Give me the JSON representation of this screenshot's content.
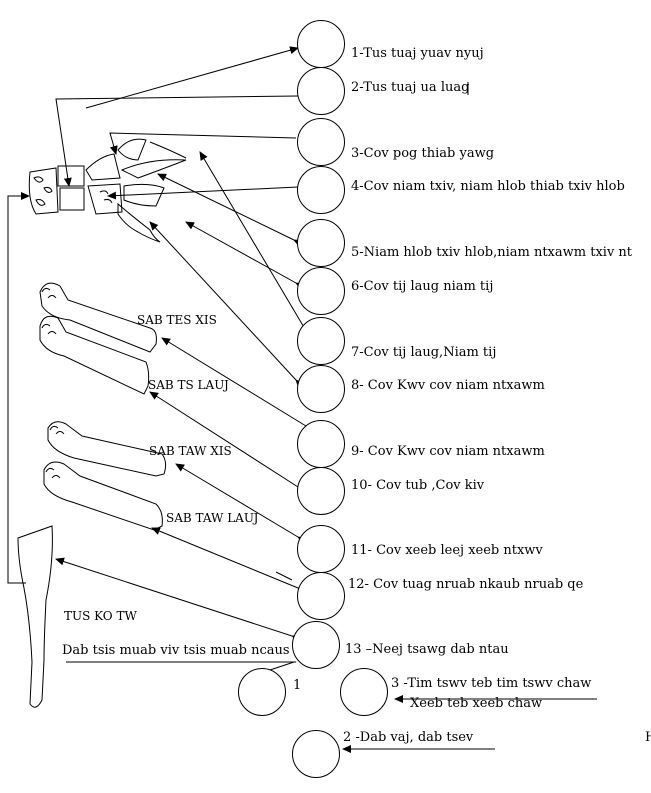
{
  "circle_labels": [
    "1-Tus tuaj yuav nyuj",
    "2-Tus tuaj ua luag",
    "3-Cov pog  thiab yawg",
    "4-Cov niam txiv, niam hlob thiab txiv hlob",
    "5-Niam hlob txiv hlob,niam ntxawm txiv nt",
    "6-Cov  tij laug niam tij",
    "7-Cov tij laug,Niam tij",
    "8- Cov Kwv  cov niam ntxawm",
    "9- Cov Kwv  cov niam ntxawm",
    "10- Cov tub ,Cov kiv",
    "11- Cov xeeb leej xeeb ntxwv",
    "12- Cov tuag nruab nkaub nruab qe",
    "13 –Neej tsawg dab ntau"
  ],
  "bottom": {
    "small_1": "1",
    "item3_line1": "3 -Tim tswv teb tim tswv chaw",
    "item3_line2": "Xeeb  teb  xeeb chaw",
    "item2": "2 -Dab vaj, dab tsev",
    "edge_char": "H"
  },
  "bone_labels": {
    "sab_tes_xis": "SAB TES XIS",
    "sab_ts_lauj": "SAB TS LAUJ",
    "sab_taw_xis": "SAB TAW XIS",
    "sab_taw_lauj": "SAB TAW LAUJ",
    "tus_ko_tw": "TUS KO TW"
  },
  "dab_text": "Dab tsis muab viv tsis muab ncaus"
}
